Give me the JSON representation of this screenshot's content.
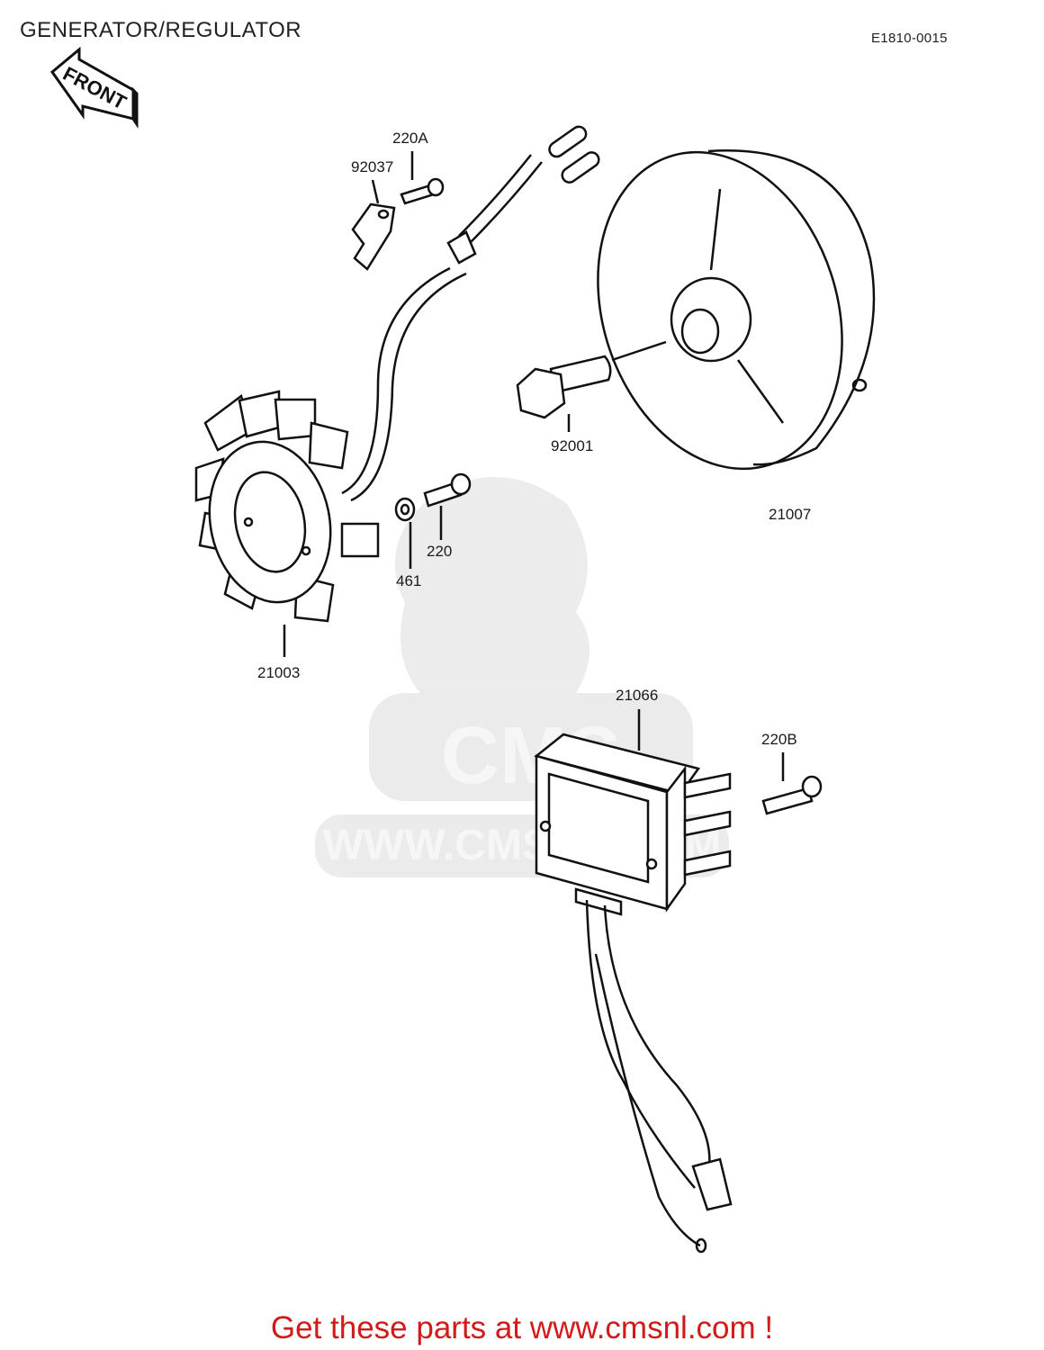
{
  "header": {
    "title": "GENERATOR/REGULATOR",
    "diagram_code": "E1810-0015"
  },
  "front_arrow": {
    "label": "FRONT"
  },
  "parts": [
    {
      "id": "92037",
      "label": "92037"
    },
    {
      "id": "220A",
      "label": "220A"
    },
    {
      "id": "92001",
      "label": "92001"
    },
    {
      "id": "21007",
      "label": "21007"
    },
    {
      "id": "220",
      "label": "220"
    },
    {
      "id": "461",
      "label": "461"
    },
    {
      "id": "21003",
      "label": "21003"
    },
    {
      "id": "21066",
      "label": "21066"
    },
    {
      "id": "220B",
      "label": "220B"
    }
  ],
  "watermark": {
    "url_text": "WWW.CMSNL.COM",
    "logo_text": "CMS"
  },
  "footer": {
    "link_text": "Get these parts at www.cmsnl.com !",
    "link_color": "#d11a1a"
  }
}
